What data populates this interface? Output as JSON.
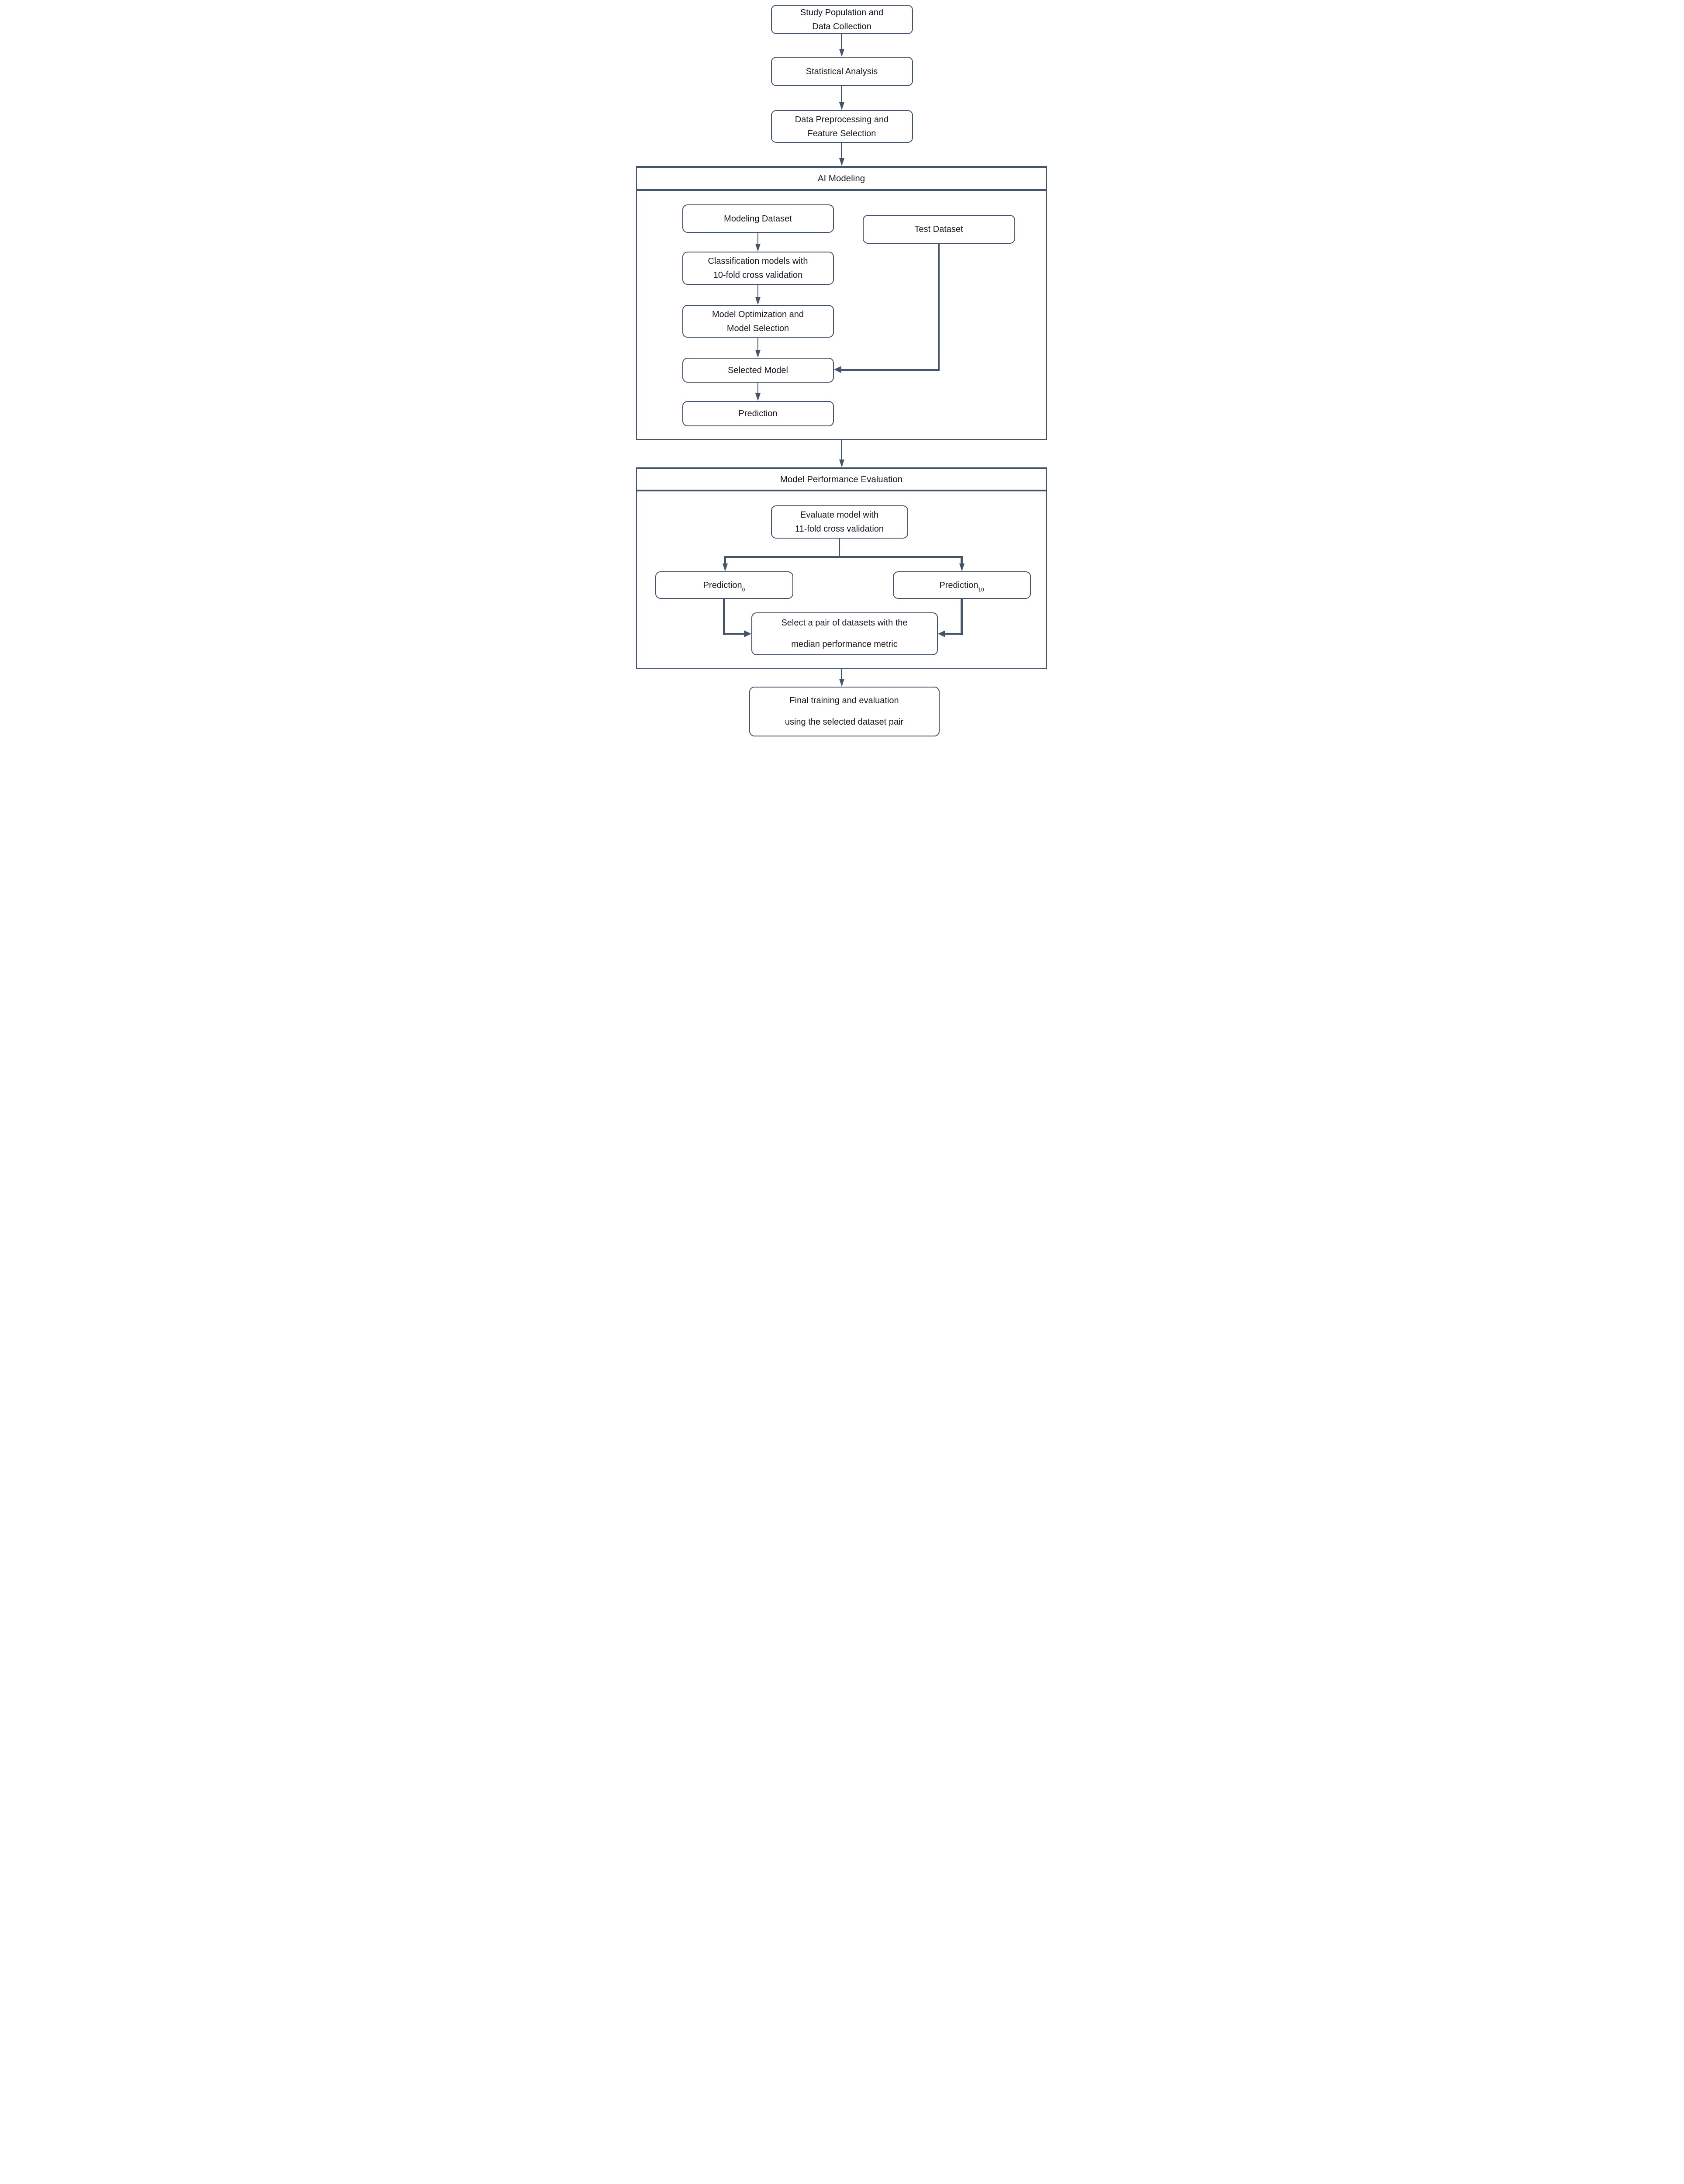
{
  "colors": {
    "accent": "#44546A",
    "text": "#14161c",
    "background": "#ffffff"
  },
  "flowchart": {
    "containers": {
      "ai_modeling": {
        "title": "AI Modeling"
      },
      "model_performance_evaluation": {
        "title": "Model Performance Evaluation"
      }
    },
    "nodes": {
      "study_population": {
        "label": "Study Population and\nData Collection"
      },
      "statistical_analysis": {
        "label": "Statistical Analysis"
      },
      "data_preprocessing": {
        "label": "Data Preprocessing and\nFeature Selection"
      },
      "modeling_dataset": {
        "label": "Modeling Dataset"
      },
      "test_dataset": {
        "label": "Test Dataset"
      },
      "classification_models": {
        "label": "Classification models with\n10-fold cross validation"
      },
      "model_optimization": {
        "label": "Model Optimization and\nModel Selection"
      },
      "selected_model": {
        "label": "Selected Model"
      },
      "prediction": {
        "label": "Prediction"
      },
      "evaluate_model": {
        "label": "Evaluate model with\n11-fold cross validation"
      },
      "prediction_0": {
        "base": "Prediction",
        "subscript": "0"
      },
      "prediction_10": {
        "base": "Prediction",
        "subscript": "10"
      },
      "select_pair": {
        "label": "Select a pair of datasets with the\nmedian performance metric"
      },
      "final_training": {
        "label": "Final training and evaluation\nusing the selected dataset pair"
      }
    }
  }
}
